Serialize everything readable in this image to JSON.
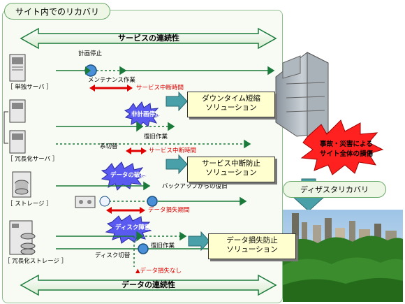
{
  "title": "サイト内でのリカバリ",
  "service_continuity": "サービスの連続性",
  "data_continuity": "データの連続性",
  "devices": {
    "single_server": "［ 単独サーバ ］",
    "redundant_server": "［ 冗長化サーバ ］",
    "storage": "［ ストレージ ］",
    "redundant_storage": "［ 冗長化ストレージ ］"
  },
  "row1": {
    "planned_stop": "計画停止",
    "maintenance": "メンテナンス作業",
    "interruption": "サービス中断時間"
  },
  "row2": {
    "unplanned_stop": "非計画停止",
    "recovery": "復旧作業",
    "failover": "系切替",
    "interruption": "サービス中断時間"
  },
  "row3": {
    "data_corruption": "データの破損",
    "backup_recovery": "バックアップからの復旧",
    "data_loss_period": "データ損失期間"
  },
  "row4": {
    "disk_failure": "ディスク障害",
    "recovery": "復旧作業",
    "disk_switch": "ディスク切替",
    "no_data_loss": "▲データ損失なし"
  },
  "solutions": {
    "downtime": [
      "ダウンタイム短縮",
      "ソリューション"
    ],
    "interruption_prevention": [
      "サービス中断防止",
      "ソリューション"
    ],
    "data_loss_prevention": [
      "データ損失防止",
      "ソリューション"
    ]
  },
  "disaster_burst": [
    "事故・災害による",
    "サイト全体の損傷"
  ],
  "disaster_recovery": "ディザスタリカバリ",
  "colors": {
    "timeline": "#1a7a3a",
    "interruption": "#e00000",
    "burst": "#5a5af0",
    "solution_bg": "#ffffd0"
  }
}
